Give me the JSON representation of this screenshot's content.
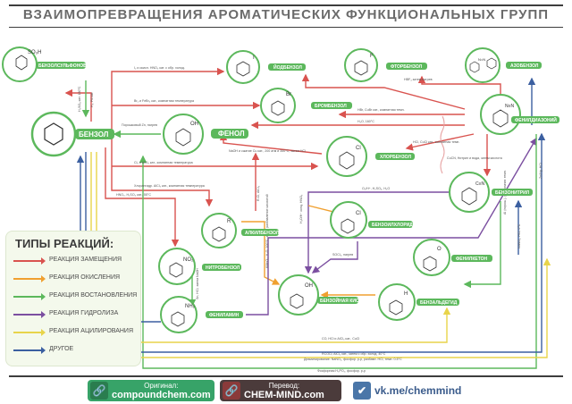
{
  "title": "ВЗАИМОПРЕВРАЩЕНИЯ АРОМАТИЧЕСКИХ ФУНКЦИОНАЛЬНЫХ ГРУПП",
  "colors": {
    "green": "#5cb85c",
    "red": "#d9534f",
    "orange": "#f0a030",
    "purple": "#7b4fa0",
    "yellow": "#e8d44a",
    "blue": "#3b5fa0",
    "node": "#5cb85c"
  },
  "nodes": {
    "benzenesulfonic": "БЕНЗОЛСУЛЬФОНОВАЯ КИСЛОТА",
    "iodobenzene": "ЙОДБЕНЗОЛ",
    "fluorobenzene": "ФТОРБЕНЗОЛ",
    "azobenzene": "АЗОБЕНЗОЛ",
    "bromobenzene": "БРОМБЕНЗОЛ",
    "benzene": "БЕНЗОЛ",
    "phenol": "ФЕНОЛ",
    "diazonium": "ФЕНИЛДИАЗОНИЙ",
    "chlorobenzene": "ХЛОРБЕНЗОЛ",
    "benzonitrile": "БЕНЗОНИТРИЛ",
    "alkylbenzene": "АЛКИЛБЕНЗОЛ",
    "benzoylchloride": "БЕНЗОИЛХЛОРИД",
    "nitrobenzene": "НИТРОБЕНЗОЛ",
    "phenylketone": "ФЕНИЛКЕТОН",
    "benzaldehyde": "БЕНЗАЛЬДЕГИД",
    "benzoicacid": "БЕНЗОЙНАЯ КИСЛОТА",
    "aniline": "ФЕНИЛАМИН"
  },
  "conditions": {
    "c1": "I₂ и окисл. HNO₃ кат. с обр. холод.",
    "c2": "Br₂ и FeBr₃ кат., комнатная температура",
    "c3": "Порошковый Zn, нагрев",
    "c4": "Cl₂ и AlCl₃ кат., комнатная температура",
    "c5": "Хлорангидр. AlCl₃ кат., комнатная температура",
    "c6": "HNO₃, H₂SO₄ кат., 55°C",
    "c7": "NaOH и сжатие Cu кат., 200 атм и 350°C, затем HCl",
    "c8": "HBF₄ затем нагрев",
    "c9": "HBr, CuBr кат., комнатная темп.",
    "c10": "H₂O, 160°C",
    "c11": "HCl, CuCl кат., комнатная темп.",
    "c12": "CuCN, Нитрил и вода, затем кислота",
    "c13": "O₂/H⁺, H₂SO₄, H₂O",
    "c14": "SOCl₂, нагрев",
    "c15": "CO, HCl и AlCl₃ кат., CuCl",
    "c16": "RCOCl, AlCl₃ кат., затем с обр. холод. 40°C",
    "c17": "Деаминирование: NaNO₂, фосфор. р-р, разбавл. HCl, темп. 0-5°C",
    "c18": "Фосфорная H₃PO₂, фосфор. р-р",
    "c19": "KMnO₄, H₂O, 100°C, затем разбавление кислотой",
    "c20": "Sn, HCl, затем NaOH",
    "c21": "NaNO₂, HCl, 0°C",
    "c22": "H₂SO₄ кат. 180°C",
    "c23": "Al (порош.), р-р, комнат. темп.",
    "c24": "H₂O/H⁺ конц. HNO₃",
    "c25": "R-Cl, AlCl₃",
    "c26": "Zn/Hg, HCl",
    "c27": "H₂, Pd кат."
  },
  "atoms": {
    "so3h": "SO₃H",
    "i": "I",
    "f": "F",
    "br": "Br",
    "oh": "OH",
    "cl": "Cl",
    "n2": "N≡N",
    "cn": "C≡N",
    "r": "R",
    "no2": "NO₂",
    "nh2": "NH₂",
    "cocl": "Cl",
    "cooh": "OH",
    "cho": "H",
    "co": "O",
    "azo": "N=N"
  },
  "legend": {
    "title": "ТИПЫ РЕАКЦИЙ:",
    "items": [
      {
        "label": "РЕАКЦИЯ ЗАМЕЩЕНИЯ",
        "color": "#d9534f"
      },
      {
        "label": "РЕАКЦИЯ ОКИСЛЕНИЯ",
        "color": "#f0a030"
      },
      {
        "label": "РЕАКЦИЯ ВОСТАНОВЛЕНИЯ",
        "color": "#5cb85c"
      },
      {
        "label": "РЕАКЦИЯ ГИДРОЛИЗА",
        "color": "#7b4fa0"
      },
      {
        "label": "РЕАКЦИЯ АЦИЛИРОВАНИЯ",
        "color": "#e8d44a"
      },
      {
        "label": "ДРУГОЕ",
        "color": "#3b5fa0"
      }
    ]
  },
  "footer": {
    "original_label": "Оригинал:",
    "original_site": "compoundchem.com",
    "translation_label": "Перевод:",
    "translation_site": "CHEM-MIND.com",
    "vk": "vk.me/chemmind",
    "link_icon": "link-icon",
    "vk_icon": "vk-icon"
  }
}
